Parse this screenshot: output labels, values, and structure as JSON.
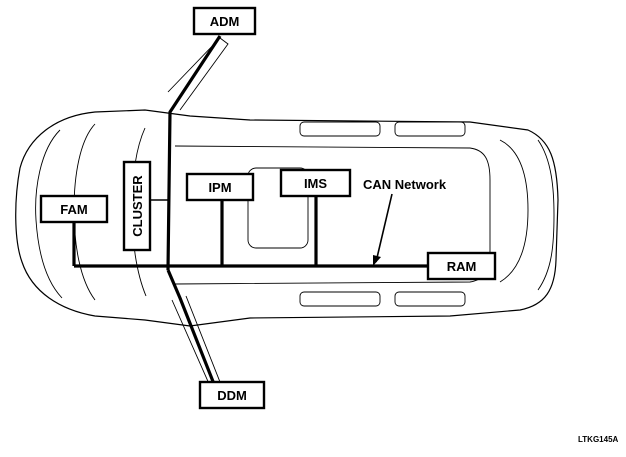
{
  "modules": {
    "adm": "ADM",
    "cluster": "CLUSTER",
    "fam": "FAM",
    "ipm": "IPM",
    "ims": "IMS",
    "ram": "RAM",
    "ddm": "DDM"
  },
  "network_label": "CAN Network",
  "figure_code": "LTKG145A"
}
